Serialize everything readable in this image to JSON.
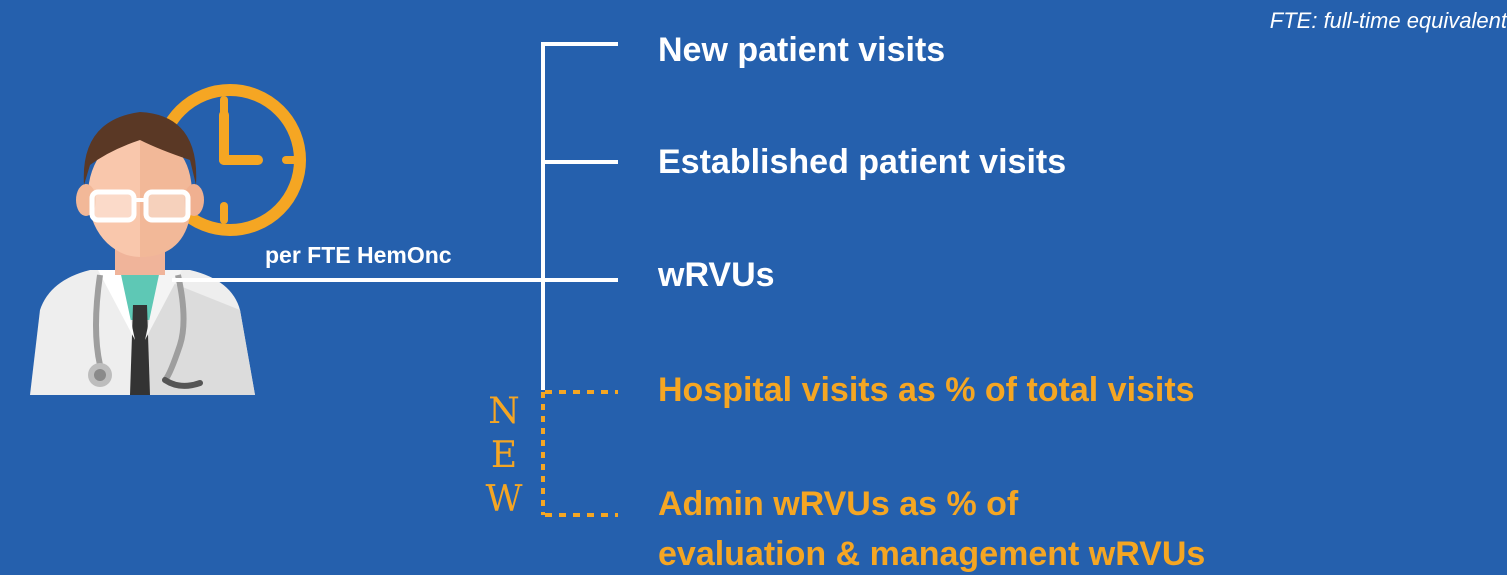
{
  "footnote": "FTE: full-time equivalent",
  "doctor_icon": "doctor-with-clock-icon",
  "connector_label": "per FTE HemOnc",
  "metrics": [
    {
      "label": "New patient visits",
      "is_new": false
    },
    {
      "label": "Established patient visits",
      "is_new": false
    },
    {
      "label": "wRVUs",
      "is_new": false
    },
    {
      "label": "Hospital visits as % of total visits",
      "is_new": true
    },
    {
      "label": "Admin wRVUs as % of",
      "label_line2": "evaluation & management wRVUs",
      "is_new": true
    }
  ],
  "new_marker": [
    "N",
    "E",
    "W"
  ],
  "colors": {
    "background": "#2560ad",
    "existing": "#ffffff",
    "new": "#f5a623"
  }
}
